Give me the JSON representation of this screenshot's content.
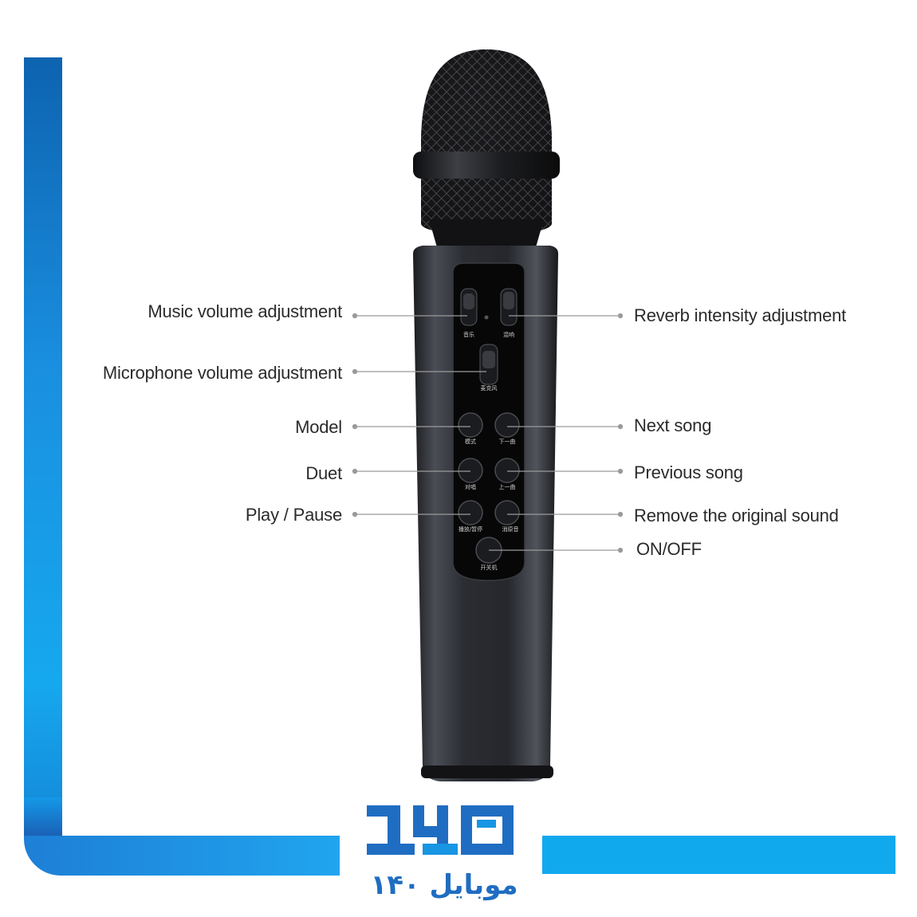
{
  "labels": {
    "music_volume": "Music volume adjustment",
    "mic_volume": "Microphone volume adjustment",
    "model": "Model",
    "duet": "Duet",
    "play_pause": "Play / Pause",
    "reverb": "Reverb intensity adjustment",
    "next_song": "Next song",
    "previous_song": "Previous song",
    "remove_sound": "Remove the original sound",
    "on_off": "ON/OFF"
  },
  "mic_button_labels": {
    "music": "音乐",
    "reverb": "混响",
    "mic": "麦克风",
    "mode": "模式",
    "next": "下一曲",
    "duet": "对唱",
    "prev": "上一曲",
    "play": "播放/暂停",
    "remove": "消原音",
    "power": "开关机"
  },
  "brand": {
    "name": "موبایل ۱۴۰"
  },
  "colors": {
    "brand_blue": "#1f6dc2",
    "frame_blue": "#11a9ee"
  }
}
